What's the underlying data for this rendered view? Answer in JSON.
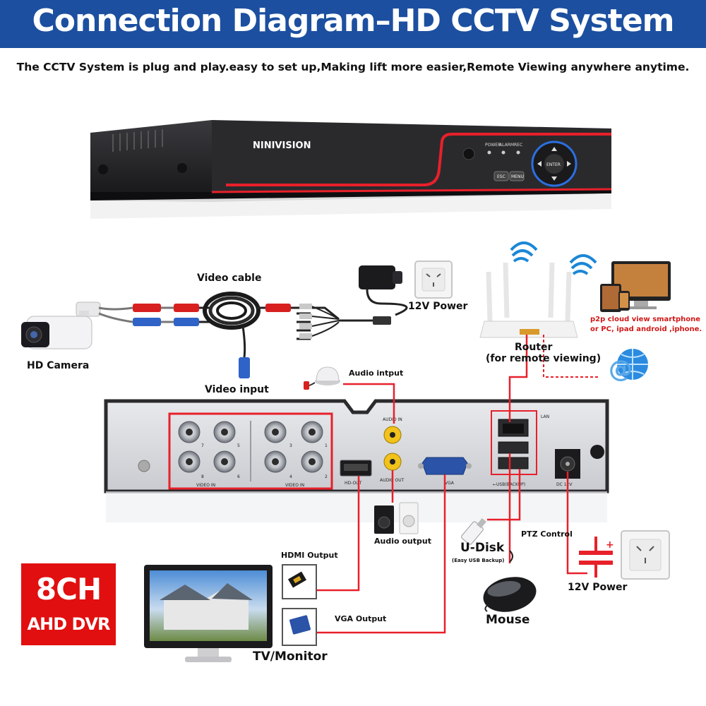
{
  "header": {
    "title": "Connection Diagram–HD CCTV System",
    "subtitle": "The CCTV System is plug and play.easy to set up,Making lift more easier,Remote Viewing anywhere anytime."
  },
  "dvr_front": {
    "brand": "NINIVISION",
    "leds": [
      "POWER",
      "ALARM",
      "REC"
    ],
    "buttons": [
      "ESC",
      "MENU"
    ],
    "nav_label": "ENTER"
  },
  "dvr_back": {
    "bnc_numbers": [
      "7",
      "5",
      "3",
      "1",
      "8",
      "6",
      "4",
      "2"
    ],
    "video_in_label": "VIDEO IN",
    "audio_in_label": "AUDIO IN",
    "audio_out_label": "AUDIO OUT",
    "hdout_label": "HD-OUT",
    "vga_label": "VGA",
    "lan_label": "LAN",
    "usb_label": "←USB(BACKUP)",
    "dc_label": "DC 12V"
  },
  "labels": {
    "video_cable": "Video cable",
    "power_12v_top": "12V Power",
    "hd_camera": "HD Camera",
    "video_input": "Video input",
    "audio_input": "Audio intput",
    "router": "Router",
    "router_sub": "(for remote viewing)",
    "cloud_line1": "p2p cloud  view smartphone",
    "cloud_line2": "or PC, ipad android ,iphone.",
    "audio_output": "Audio output",
    "hdmi_output": "HDMI Output",
    "vga_output": "VGA Output",
    "u_disk": "U-Disk",
    "u_disk_sub": "(Easy USB Backup)",
    "ptz_control": "PTZ Control",
    "power_12v_bottom": "12V Power",
    "mouse": "Mouse",
    "tv_monitor": "TV/Monitor"
  },
  "badge": {
    "line1": "8CH",
    "line2": "AHD DVR"
  },
  "colors": {
    "banner": "#1c4fa0",
    "accent_red": "#e10f0f",
    "wire_red": "#e8202a"
  }
}
